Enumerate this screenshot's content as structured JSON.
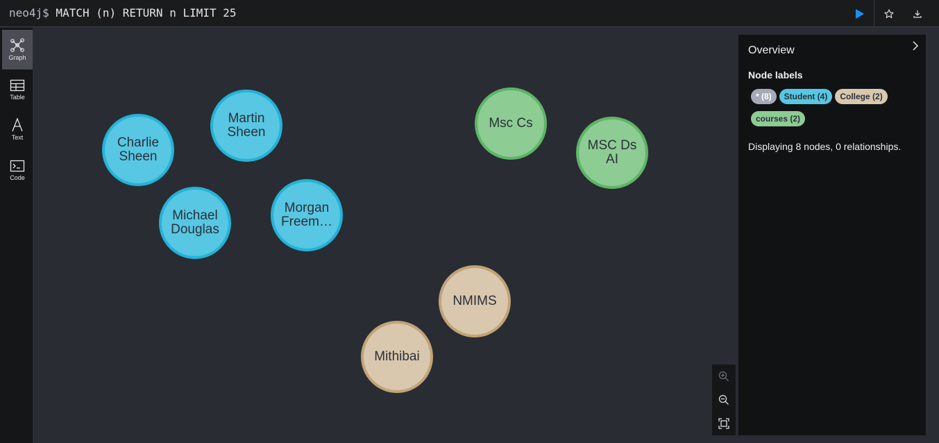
{
  "topbar": {
    "prompt": "neo4j$",
    "query": " MATCH (n) RETURN n LIMIT 25",
    "run_icon": "play-icon",
    "favorite_icon": "star-icon",
    "download_icon": "download-icon"
  },
  "sidebar": {
    "items": [
      {
        "label": "Graph",
        "icon": "graph-icon",
        "active": true
      },
      {
        "label": "Table",
        "icon": "table-icon",
        "active": false
      },
      {
        "label": "Text",
        "icon": "text-icon",
        "active": false
      },
      {
        "label": "Code",
        "icon": "code-icon",
        "active": false
      }
    ]
  },
  "graph": {
    "nodes": [
      {
        "label": "Charlie\nSheen",
        "type": "Student"
      },
      {
        "label": "Martin\nSheen",
        "type": "Student"
      },
      {
        "label": "Michael\nDouglas",
        "type": "Student"
      },
      {
        "label": "Morgan\nFreem…",
        "type": "Student"
      },
      {
        "label": "Msc Cs",
        "type": "courses"
      },
      {
        "label": "MSC Ds\nAI",
        "type": "courses"
      },
      {
        "label": "NMIMS",
        "type": "College"
      },
      {
        "label": "Mithibai",
        "type": "College"
      }
    ],
    "colors": {
      "Student": "#57c7e3",
      "courses": "#8dcc93",
      "College": "#d9c8ae"
    }
  },
  "zoom": {
    "zoom_in_icon": "zoom-in-icon",
    "zoom_out_icon": "zoom-out-icon",
    "fit_icon": "fit-icon"
  },
  "overview": {
    "title": "Overview",
    "node_labels_title": "Node labels",
    "chips": [
      {
        "label": "* (8)",
        "color": "#a5abb6"
      },
      {
        "label": "Student (4)",
        "color": "#57c7e3"
      },
      {
        "label": "College (2)",
        "color": "#d9c8ae"
      },
      {
        "label": "courses (2)",
        "color": "#8dcc93"
      }
    ],
    "info": "Displaying 8 nodes, 0 relationships."
  }
}
